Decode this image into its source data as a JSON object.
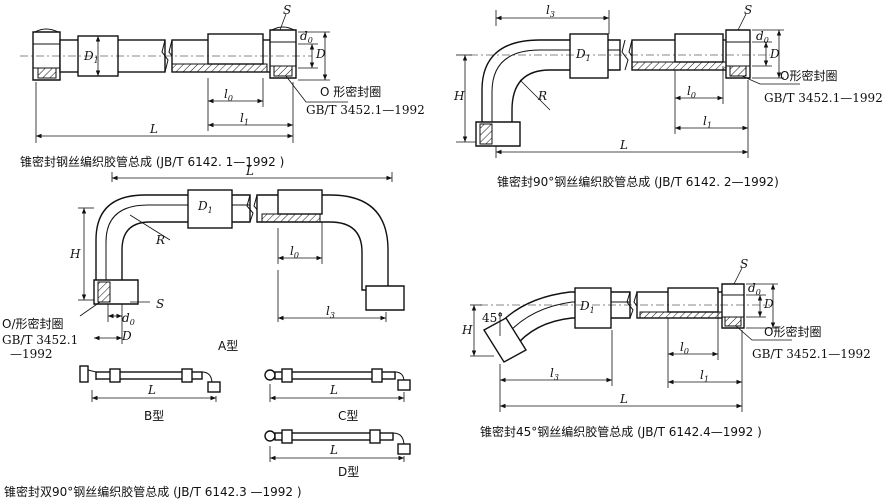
{
  "labels": {
    "S": "S",
    "D1": "D",
    "D1_sub": "1",
    "d0": "d",
    "d0_sub": "0",
    "D": "D",
    "L": "L",
    "l0": "l",
    "l0_sub": "0",
    "l1": "l",
    "l1_sub": "1",
    "l3": "l",
    "l3_sub": "3",
    "H": "H",
    "R": "R",
    "angle45": "45°",
    "oring": "O 形密封圈",
    "oring2": "O形密封圈",
    "oring3_a": "O/形密封圈",
    "std": "GB/T  3452.1—1992",
    "std3_a": "GB/T  3452.1",
    "std3_b": "—1992",
    "typeA": "A型",
    "typeB": "B型",
    "typeC": "C型",
    "typeD": "D型"
  },
  "captions": {
    "fig1": "锥密封钢丝编织胶管总成 (JB/T  6142. 1—1992 )",
    "fig2": "锥密封90°钢丝编织胶管总成 (JB/T  6142. 2—1992)",
    "fig3": "锥密封双90°钢丝编织胶管总成 (JB/T  6142.3 —1992 )",
    "fig4": "锥密封45°钢丝编织胶管总成 (JB/T  6142.4—1992 )"
  }
}
